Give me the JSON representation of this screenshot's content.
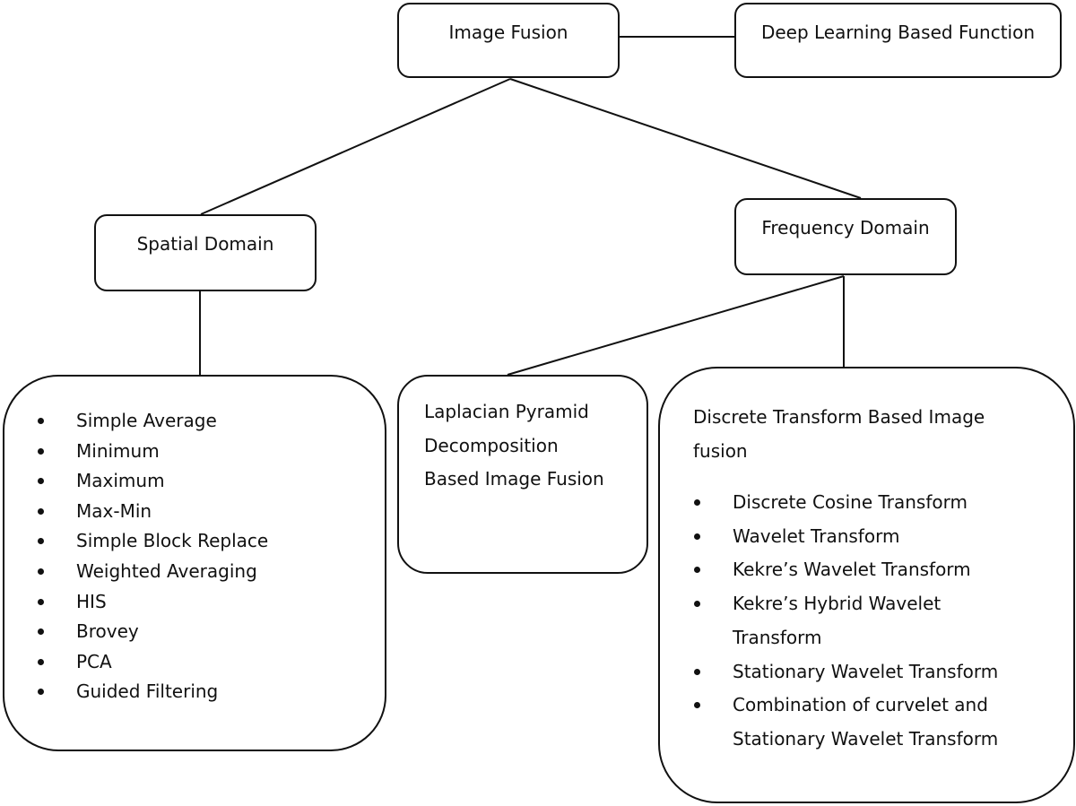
{
  "root": {
    "label": "Image Fusion"
  },
  "side_node": {
    "label": "Deep Learning Based Function"
  },
  "spatial": {
    "label": "Spatial Domain",
    "methods": [
      "Simple Average",
      "Minimum",
      "Maximum",
      "Max-Min",
      "Simple Block Replace",
      "Weighted Averaging",
      "HIS",
      "Brovey",
      "PCA",
      "Guided Filtering"
    ]
  },
  "frequency": {
    "label": "Frequency Domain",
    "laplacian": {
      "lines": [
        "Laplacian Pyramid",
        "Decomposition",
        "Based Image Fusion"
      ]
    },
    "discrete": {
      "title_lines": [
        "Discrete Transform Based Image",
        "fusion"
      ],
      "methods": [
        [
          "Discrete Cosine Transform"
        ],
        [
          "Wavelet Transform"
        ],
        [
          "Kekre’s Wavelet Transform"
        ],
        [
          "Kekre’s Hybrid Wavelet",
          "Transform"
        ],
        [
          "Stationary Wavelet Transform"
        ],
        [
          "Combination of curvelet and",
          "Stationary Wavelet Transform"
        ]
      ]
    }
  }
}
